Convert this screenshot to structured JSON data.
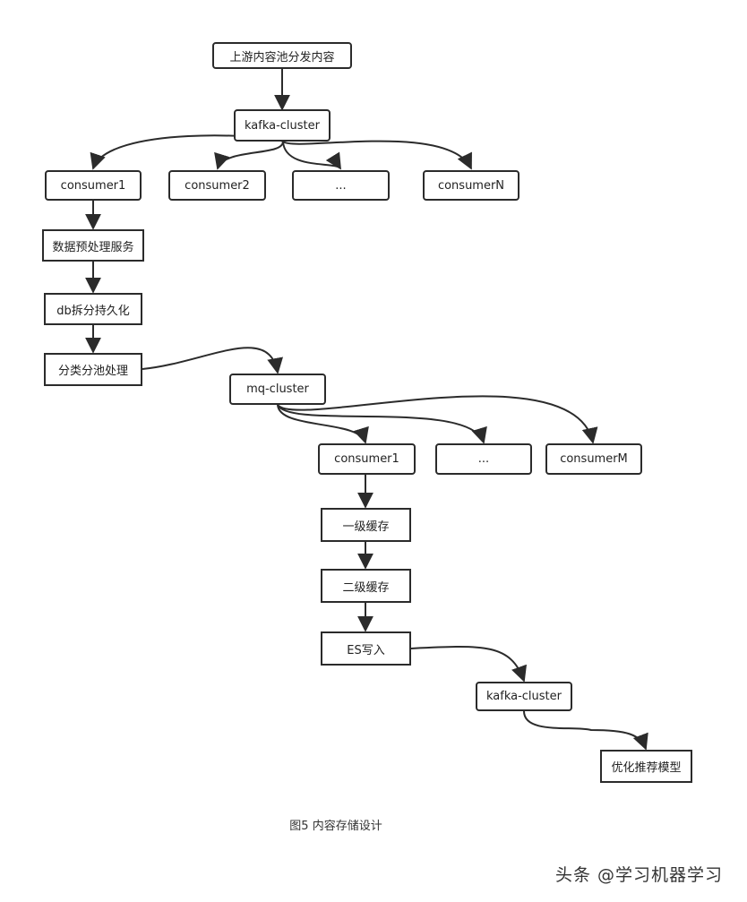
{
  "diagram": {
    "nodes": {
      "upstream": "上游内容池分发内容",
      "kafka_top": "kafka-cluster",
      "consumer1_top": "consumer1",
      "consumer2_top": "consumer2",
      "ellipsis_top": "...",
      "consumerN": "consumerN",
      "preprocess": "数据预处理服务",
      "db_split": "db拆分持久化",
      "classify": "分类分池处理",
      "mq_cluster": "mq-cluster",
      "consumer1_mid": "consumer1",
      "ellipsis_mid": "...",
      "consumerM": "consumerM",
      "cache_l1": "一级缓存",
      "cache_l2": "二级缓存",
      "es_write": "ES写入",
      "kafka_bottom": "kafka-cluster",
      "optimize_model": "优化推荐模型"
    },
    "caption": "图5 内容存储设计",
    "watermark": "头条 @学习机器学习",
    "colors": {
      "stroke": "#2b2b2b",
      "fill": "#ffffff"
    }
  }
}
